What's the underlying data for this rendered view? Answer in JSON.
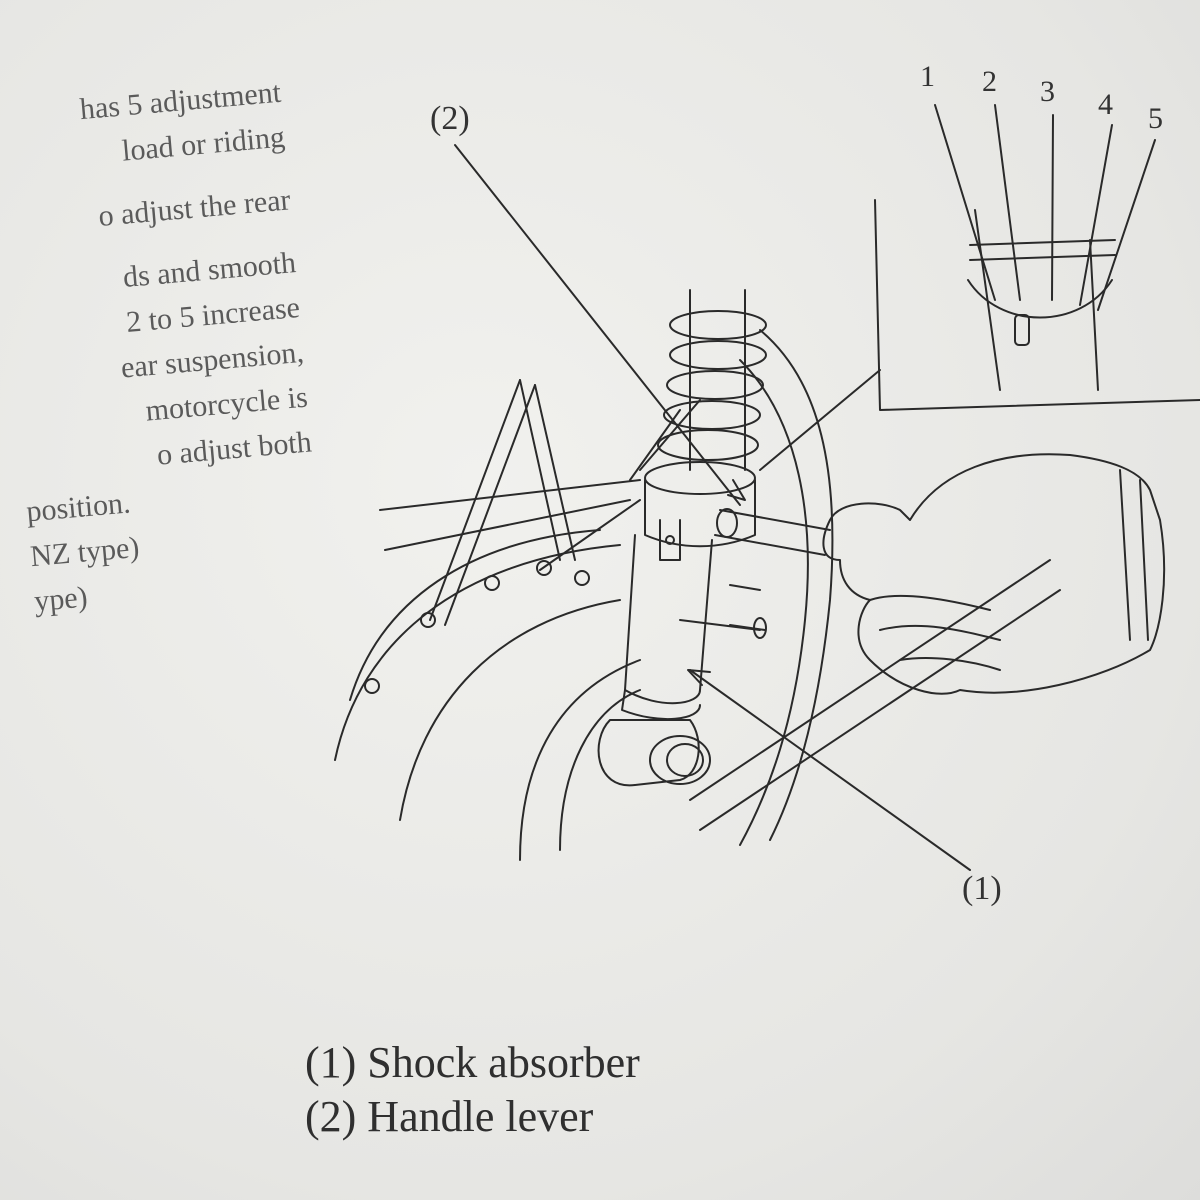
{
  "body_text": [
    "has 5 adjustment",
    "load or riding",
    "o adjust the rear",
    "ds and smooth",
    "2 to 5 increase",
    "ear suspension,",
    "motorcycle is",
    "o adjust both",
    "position.",
    "NZ type)",
    "ype)"
  ],
  "figure": {
    "label_handle_lever": "(2)",
    "label_shock_absorber": "(1)",
    "scale_numbers": [
      "1",
      "2",
      "3",
      "4",
      "5"
    ]
  },
  "caption": {
    "item_1": "(1) Shock absorber",
    "item_2": "(2) Handle lever"
  }
}
